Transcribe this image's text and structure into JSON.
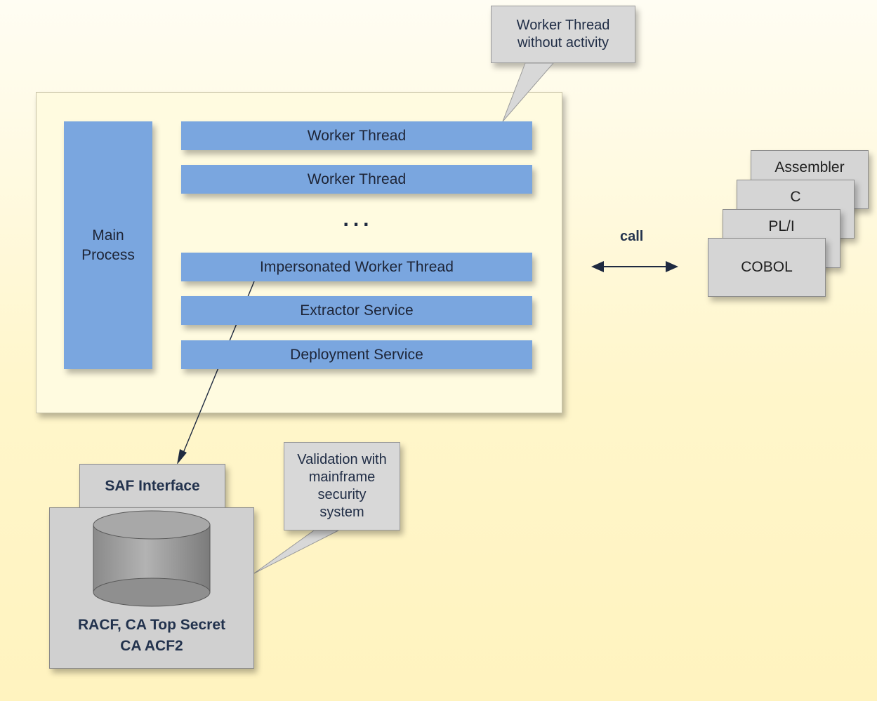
{
  "diagram": {
    "callout_top": "Worker Thread\nwithout activity",
    "main_process": "Main\nProcess",
    "threads": [
      "Worker Thread",
      "Worker Thread",
      "Impersonated Worker Thread",
      "Extractor Service",
      "Deployment Service"
    ],
    "ellipsis": "...",
    "call_label": "call",
    "languages": [
      "Assembler",
      "C",
      "PL/I",
      "COBOL"
    ],
    "saf_interface": "SAF Interface",
    "security_callout": "Validation with\nmainframe\nsecurity\nsystem",
    "security_products": "RACF, CA Top Secret\nCA ACF2"
  },
  "colors": {
    "background": "#fff6cb",
    "panel": "#fffbe0",
    "blue": "#7aa6df",
    "gray": "#d5d5d5",
    "navy": "#1f2a40"
  }
}
